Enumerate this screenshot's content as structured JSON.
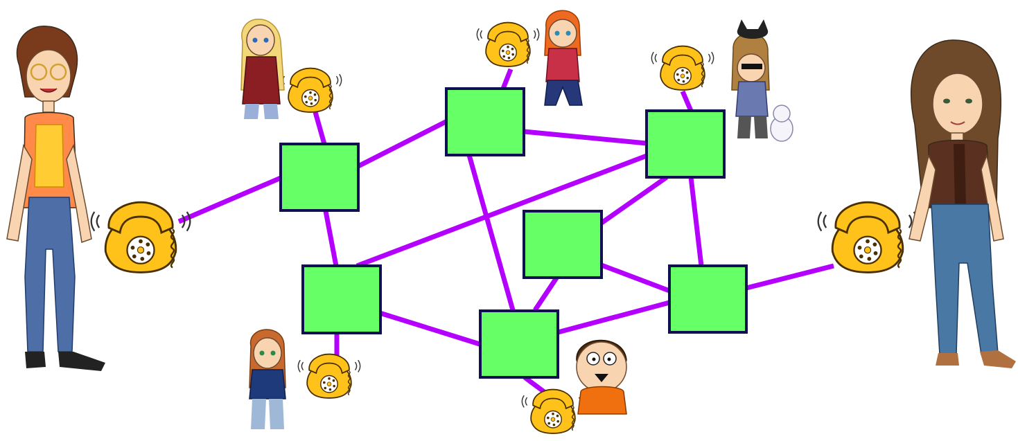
{
  "diagram": {
    "nodes": [
      {
        "id": "n1"
      },
      {
        "id": "n2"
      },
      {
        "id": "n3"
      },
      {
        "id": "n4"
      },
      {
        "id": "n5"
      },
      {
        "id": "n6"
      },
      {
        "id": "n7"
      },
      {
        "id": "n8"
      }
    ],
    "links": [
      [
        "n1",
        "n2"
      ],
      [
        "n2",
        "n3"
      ],
      [
        "n1",
        "n4"
      ],
      [
        "n4",
        "n3"
      ],
      [
        "n4",
        "n7"
      ],
      [
        "n2",
        "n7"
      ],
      [
        "n3",
        "n5"
      ],
      [
        "n3",
        "n8"
      ],
      [
        "n5",
        "n8"
      ],
      [
        "n5",
        "n7"
      ],
      [
        "n7",
        "n8"
      ]
    ],
    "end_users": [
      "user-left",
      "user-right"
    ],
    "colors": {
      "node_fill": "#66ff66",
      "node_border": "#101050",
      "link": "#b300ff",
      "phone": "#ffc21a"
    }
  }
}
